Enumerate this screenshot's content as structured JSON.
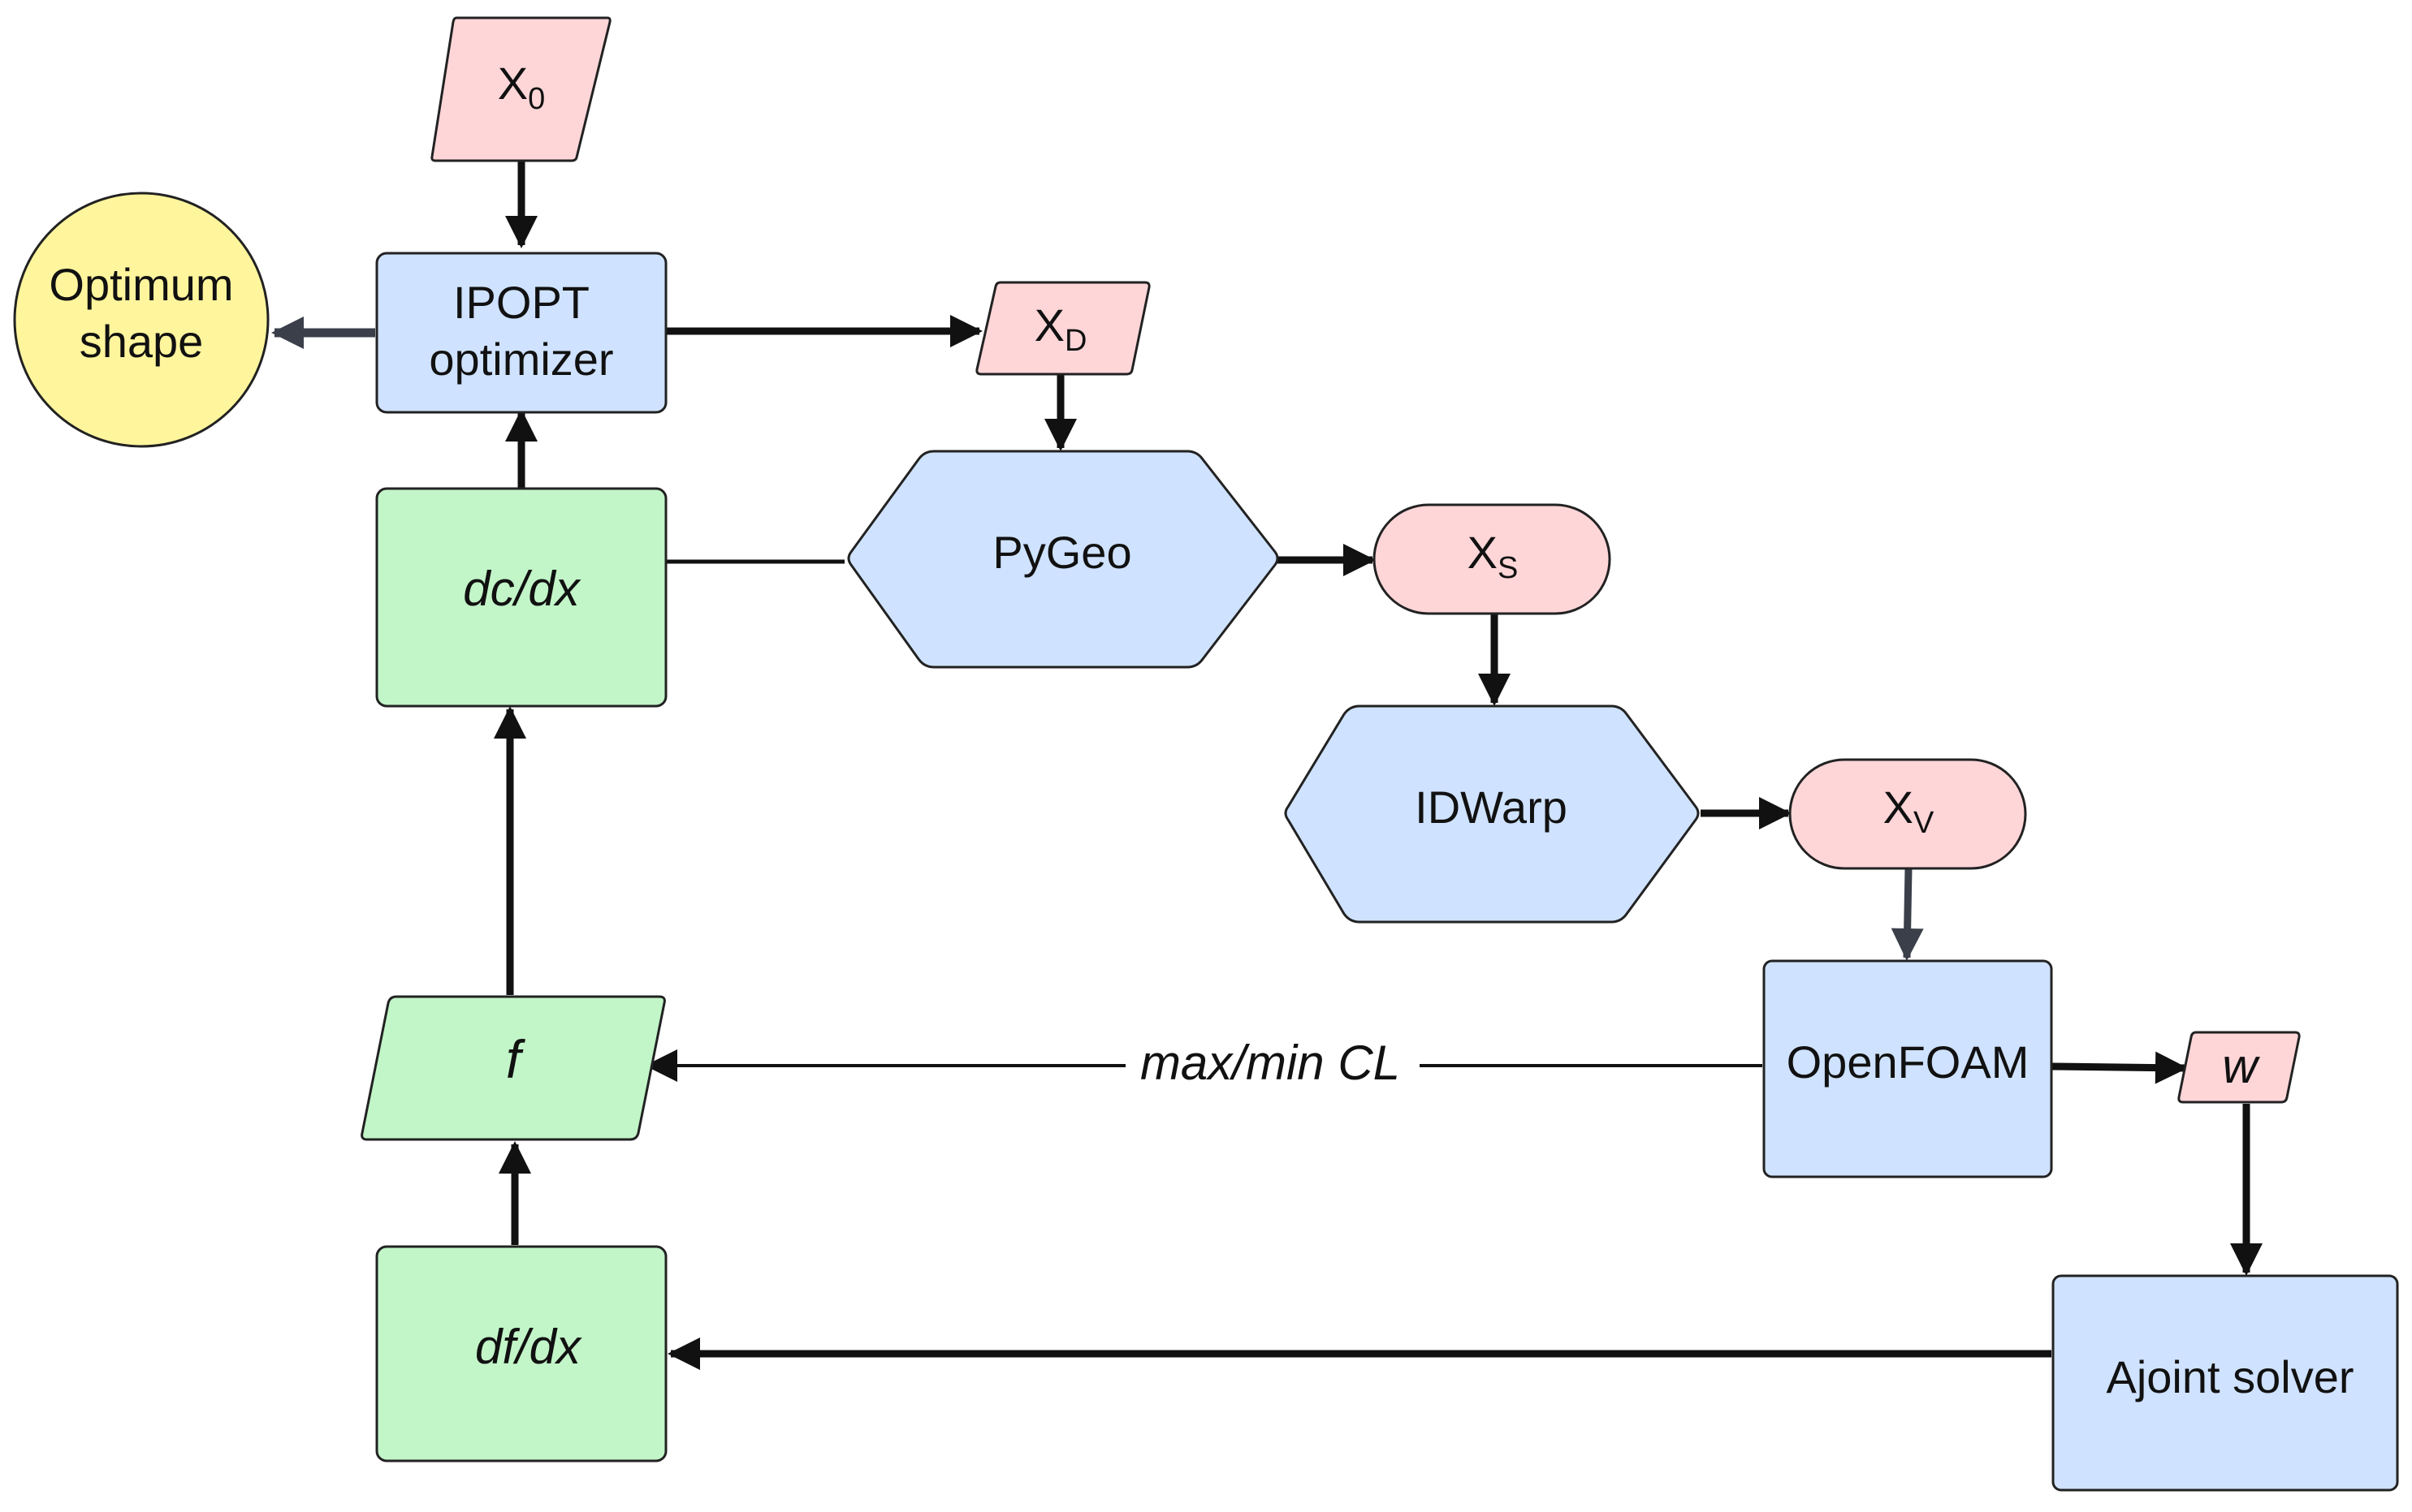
{
  "colors": {
    "blue_fill": "#cfe2ff",
    "pink_fill": "#ffd6d8",
    "green_fill": "#c2f5c8",
    "yellow_fill": "#fff59d",
    "stroke": "#222222",
    "thick_arrow": "#3a3f4a"
  },
  "nodes": {
    "x0": {
      "main": "X",
      "sub": "0"
    },
    "ipopt": {
      "line1": "IPOPT",
      "line2": "optimizer"
    },
    "optimum": {
      "line1": "Optimum",
      "line2": "shape"
    },
    "xd": {
      "main": "X",
      "sub": "D"
    },
    "dcdx": {
      "label": "dc/dx"
    },
    "pygeo": {
      "label": "PyGeo"
    },
    "xs": {
      "main": "X",
      "sub": "S"
    },
    "idwarp": {
      "label": "IDWarp"
    },
    "xv": {
      "main": "X",
      "sub": "V"
    },
    "openfoam": {
      "label": "OpenFOAM"
    },
    "w": {
      "label": "w"
    },
    "f": {
      "label": "f"
    },
    "dfdx": {
      "label": "df/dx"
    },
    "adjoint": {
      "label": "Ajoint solver"
    }
  },
  "edges": {
    "openfoam_to_f": {
      "label": "max/min CL"
    }
  }
}
